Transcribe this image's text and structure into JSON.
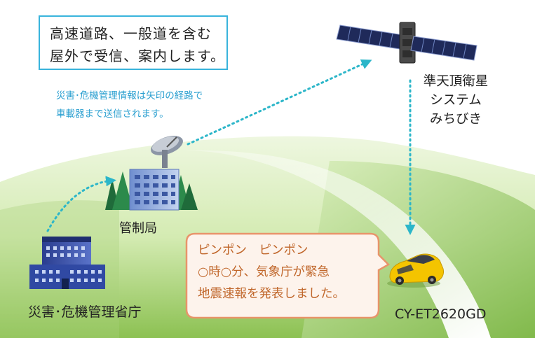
{
  "info_box": {
    "line1": "高速道路、一般道を含む",
    "line2": "屋外で受信、案内します。"
  },
  "alert_info": {
    "line1": "災害･危機管理情報は矢印の経路で",
    "line2": "車載器まで送信されます。"
  },
  "satellite": {
    "name_line1": "準天頂衛星",
    "name_line2": "システム",
    "name_line3": "みちびき"
  },
  "control_station": {
    "label": "管制局"
  },
  "agency": {
    "label": "災害･危機管理省庁"
  },
  "announcement": {
    "line1": "ピンポン　ピンポン",
    "line2": "○時○分、気象庁が緊急",
    "line3": "地震速報を発表しました。"
  },
  "car": {
    "model": "CY-ET2620GD"
  },
  "colors": {
    "info_border": "#39b4dc",
    "alert_text": "#2a9fd0",
    "arrow": "#2cb6c9",
    "bubble_border": "#e8946a",
    "bubble_fill": "#fdf3ec",
    "bubble_text": "#c0662a",
    "hill_dark": "#8cc152",
    "hill_light": "#dff0c6",
    "car_body": "#f4c400"
  }
}
